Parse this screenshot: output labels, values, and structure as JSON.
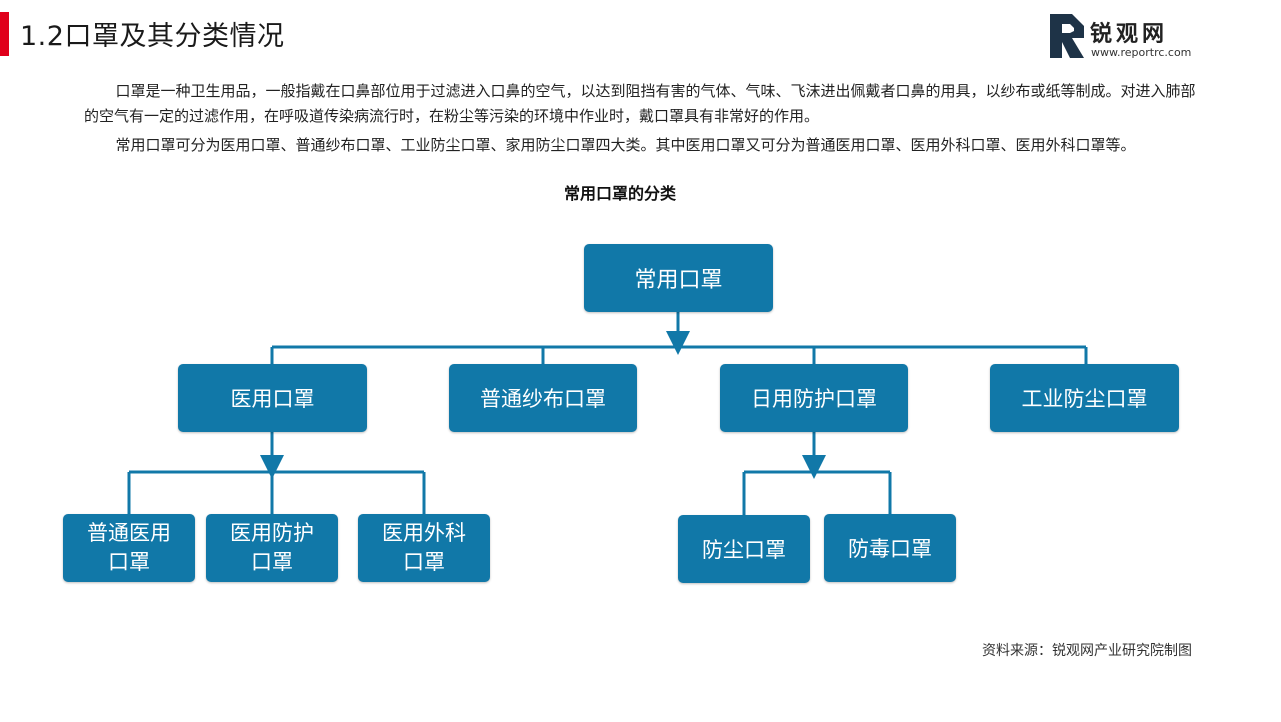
{
  "header": {
    "title": "1.2口罩及其分类情况",
    "logo_name": "锐观网",
    "logo_url": "www.reportrc.com"
  },
  "paragraphs": [
    "口罩是一种卫生用品，一般指戴在口鼻部位用于过滤进入口鼻的空气，以达到阻挡有害的气体、气味、飞沫进出佩戴者口鼻的用具，以纱布或纸等制成。对进入肺部的空气有一定的过滤作用，在呼吸道传染病流行时，在粉尘等污染的环境中作业时，戴口罩具有非常好的作用。",
    "常用口罩可分为医用口罩、普通纱布口罩、工业防尘口罩、家用防尘口罩四大类。其中医用口罩又可分为普通医用口罩、医用外科口罩、医用外科口罩等。"
  ],
  "diagram": {
    "title": "常用口罩的分类",
    "root": "常用口罩",
    "level1": [
      "医用口罩",
      "普通纱布口罩",
      "日用防护口罩",
      "工业防尘口罩"
    ],
    "medical_children": [
      [
        "普通医用",
        "口罩"
      ],
      [
        "医用防护",
        "口罩"
      ],
      [
        "医用外科",
        "口罩"
      ]
    ],
    "daily_children": [
      "防尘口罩",
      "防毒口罩"
    ],
    "node_color": "#1178a8"
  },
  "source": "资料来源：锐观网产业研究院制图",
  "colors": {
    "accent": "#e0001b",
    "node": "#1178a8"
  }
}
